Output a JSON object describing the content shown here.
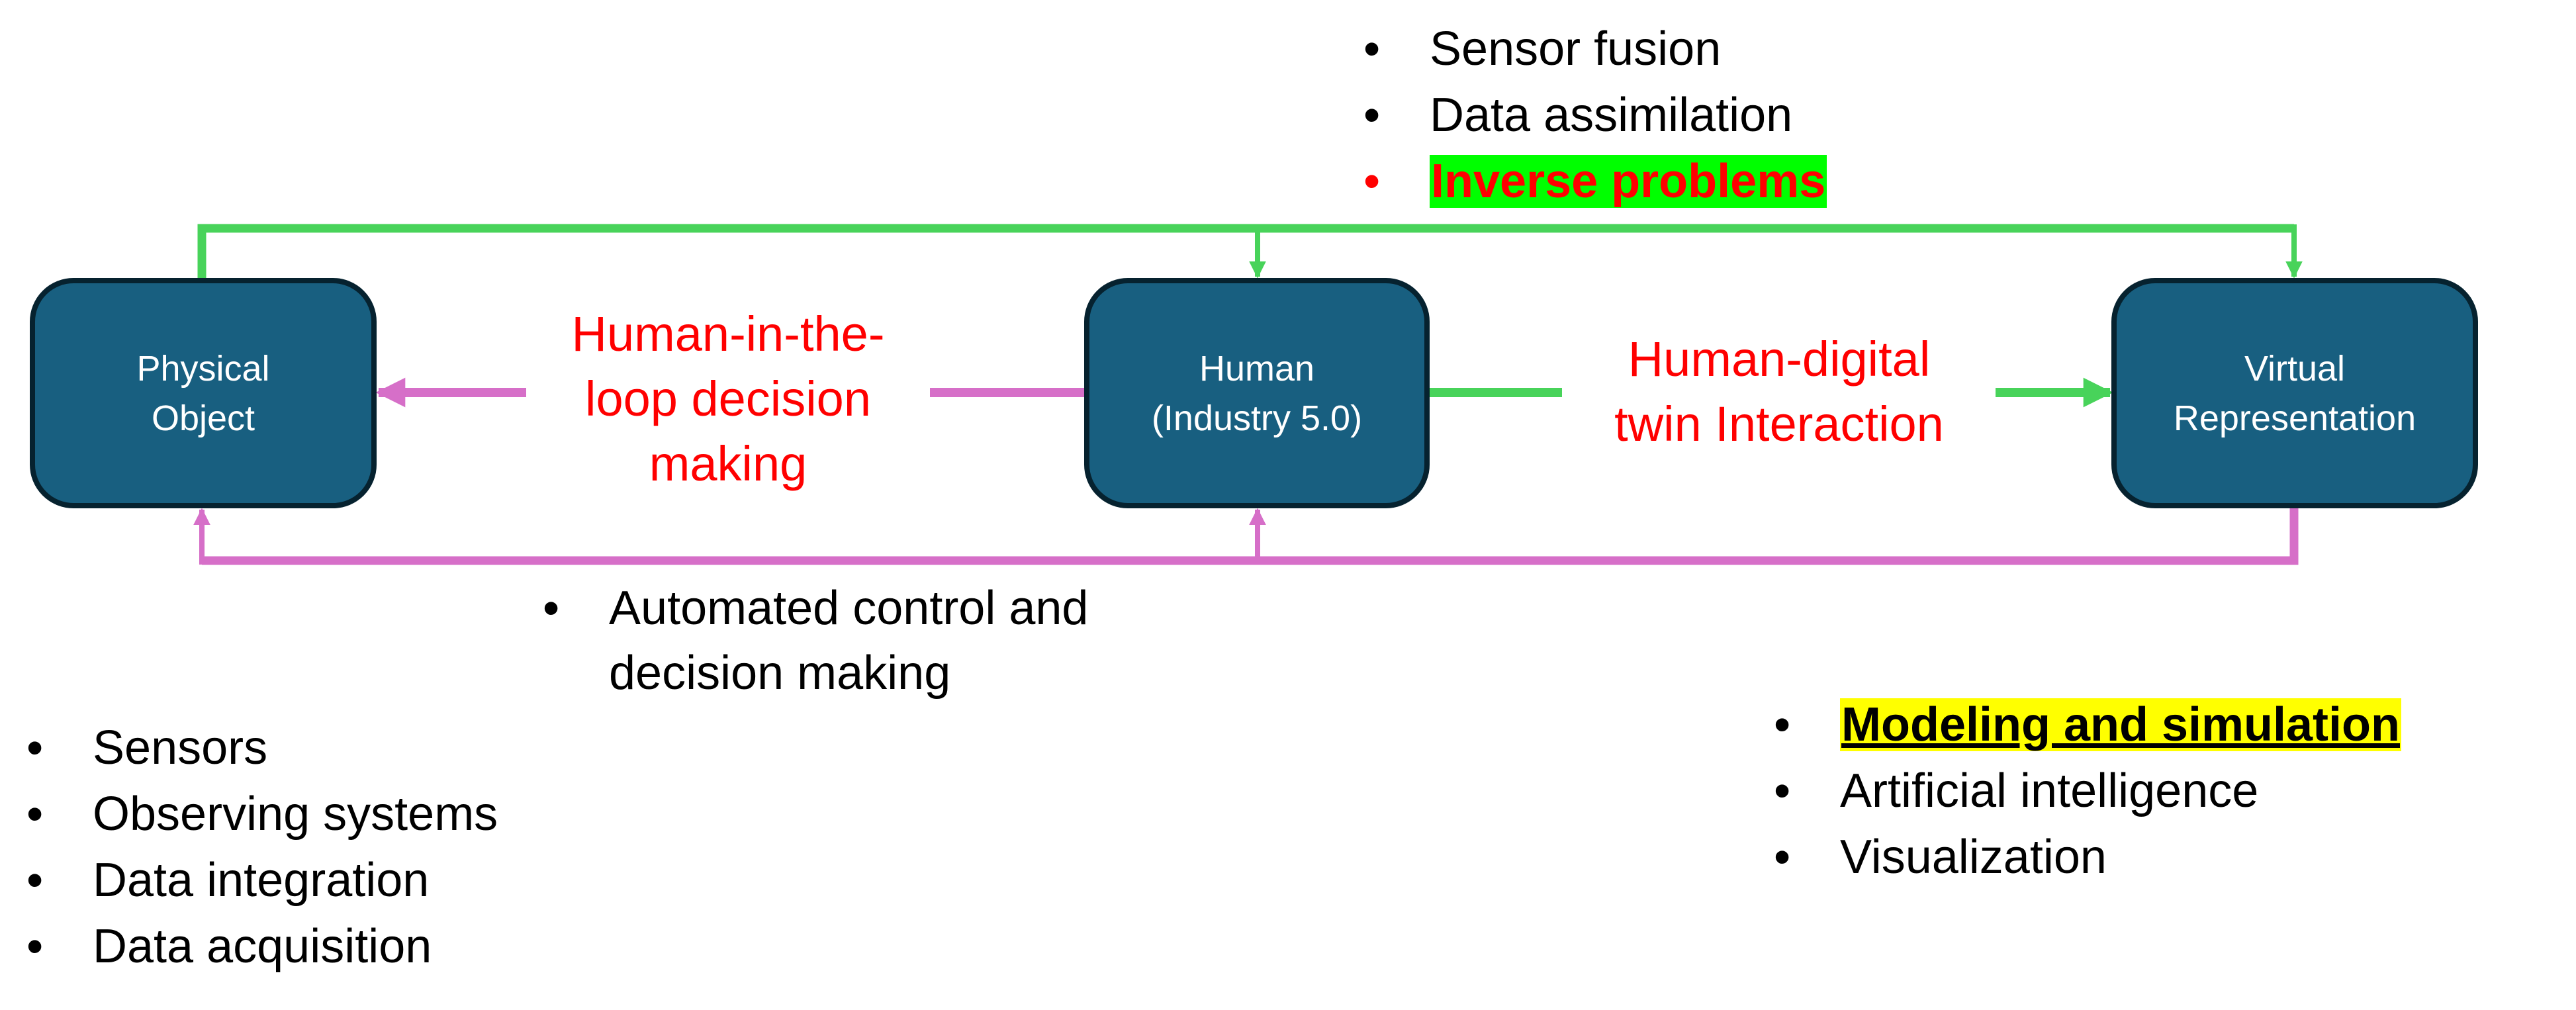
{
  "colors": {
    "box_fill": "#185f80",
    "box_stroke": "#06222f",
    "green": "#48d35a",
    "pink": "#d66fc8",
    "red_text": "#ff0000",
    "green_highlight": "#00ff00",
    "yellow_highlight": "#ffff00"
  },
  "nodes": {
    "physical": {
      "line1": "Physical",
      "line2": "Object"
    },
    "human": {
      "line1": "Human",
      "line2": "(Industry 5.0)"
    },
    "virtual": {
      "line1": "Virtual",
      "line2": "Representation"
    }
  },
  "edge_labels": {
    "human_in_loop": {
      "line1": "Human-in-the-",
      "line2": "loop decision",
      "line3": "making"
    },
    "human_digital": {
      "line1": "Human-digital",
      "line2": "twin Interaction"
    }
  },
  "lists": {
    "top": {
      "bullet": "•",
      "items": [
        "Sensor fusion",
        "Data assimilation",
        "Inverse problems"
      ]
    },
    "automated": {
      "bullet": "•",
      "items": [
        "Automated control and decision making"
      ]
    },
    "physical": {
      "bullet": "•",
      "items": [
        "Sensors",
        "Observing systems",
        "Data integration",
        "Data acquisition"
      ]
    },
    "virtual": {
      "bullet": "•",
      "items": [
        "Modeling and simulation",
        "Artificial intelligence",
        "Visualization"
      ]
    }
  }
}
